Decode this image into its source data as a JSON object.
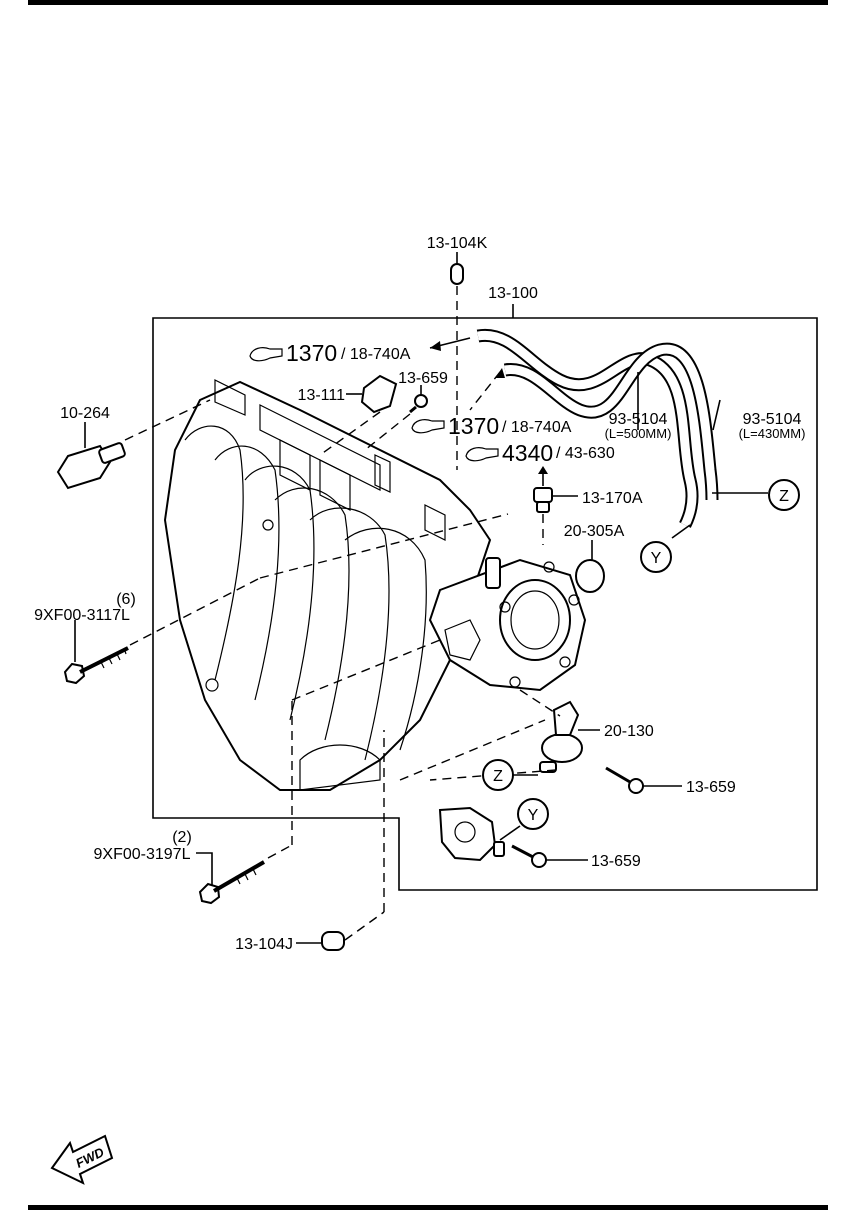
{
  "labels": {
    "p13_104K": "13-104K",
    "p13_100": "13-100",
    "ref1_num": "1370",
    "ref1_sub": "/ 18-740A",
    "p13_111": "13-111",
    "p13_659_top": "13-659",
    "ref2_num": "1370",
    "ref2_sub": "/ 18-740A",
    "ref3_num": "4340",
    "ref3_sub": "/ 43-630",
    "p10_264": "10-264",
    "p93_5104_a": "93-5104",
    "p93_5104_a_len": "(L=500MM)",
    "p93_5104_b": "93-5104",
    "p93_5104_b_len": "(L=430MM)",
    "p13_170A": "13-170A",
    "p20_305A": "20-305A",
    "z_top": "Z",
    "y_top": "Y",
    "bolt1_qty": "(6)",
    "bolt1_code": "9XF00-3117L",
    "p20_130": "20-130",
    "z_bottom": "Z",
    "p13_659_mid": "13-659",
    "y_bottom": "Y",
    "bolt2_qty": "(2)",
    "bolt2_code": "9XF00-3197L",
    "p13_659_bottom": "13-659",
    "p13_104J": "13-104J",
    "fwd": "FWD"
  }
}
